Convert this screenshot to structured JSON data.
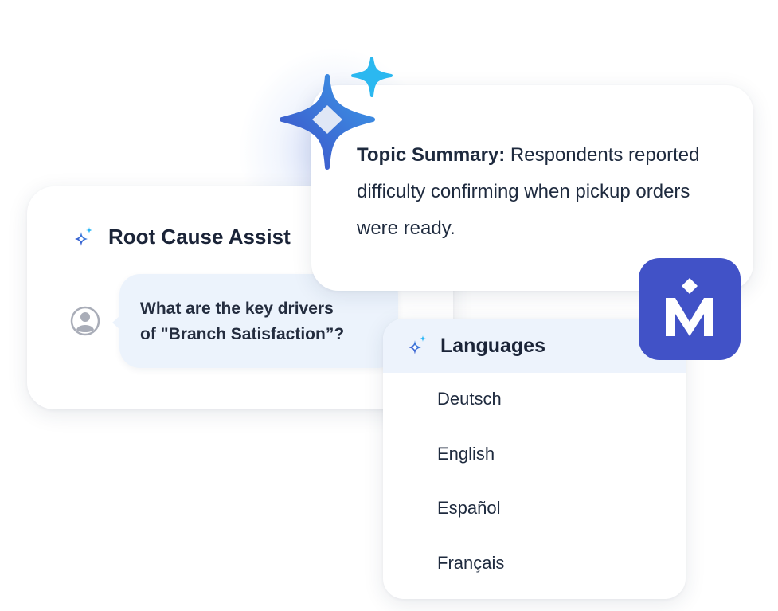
{
  "root_cause_card": {
    "title": "Root Cause Assist",
    "title_icon": "sparkle-icon",
    "user_avatar_icon": "user-avatar-icon",
    "question_line1": "What are the key drivers",
    "question_line2": "of \"Branch Satisfaction”?"
  },
  "topic_card": {
    "label": "Topic Summary:",
    "text": " Respondents reported difficulty confirming when pickup orders were ready.",
    "icon": "ai-sparkle-icon"
  },
  "languages_card": {
    "title": "Languages",
    "title_icon": "sparkle-icon",
    "items": [
      {
        "label": "Deutsch"
      },
      {
        "label": "English"
      },
      {
        "label": "Español"
      },
      {
        "label": "Français"
      }
    ]
  },
  "brand": {
    "logo_letter": "M",
    "color": "#4152c7"
  },
  "colors": {
    "spark_gradient_start": "#3e4fc7",
    "spark_gradient_end": "#2fa7ea",
    "bubble_bg": "#ecf3fc"
  }
}
